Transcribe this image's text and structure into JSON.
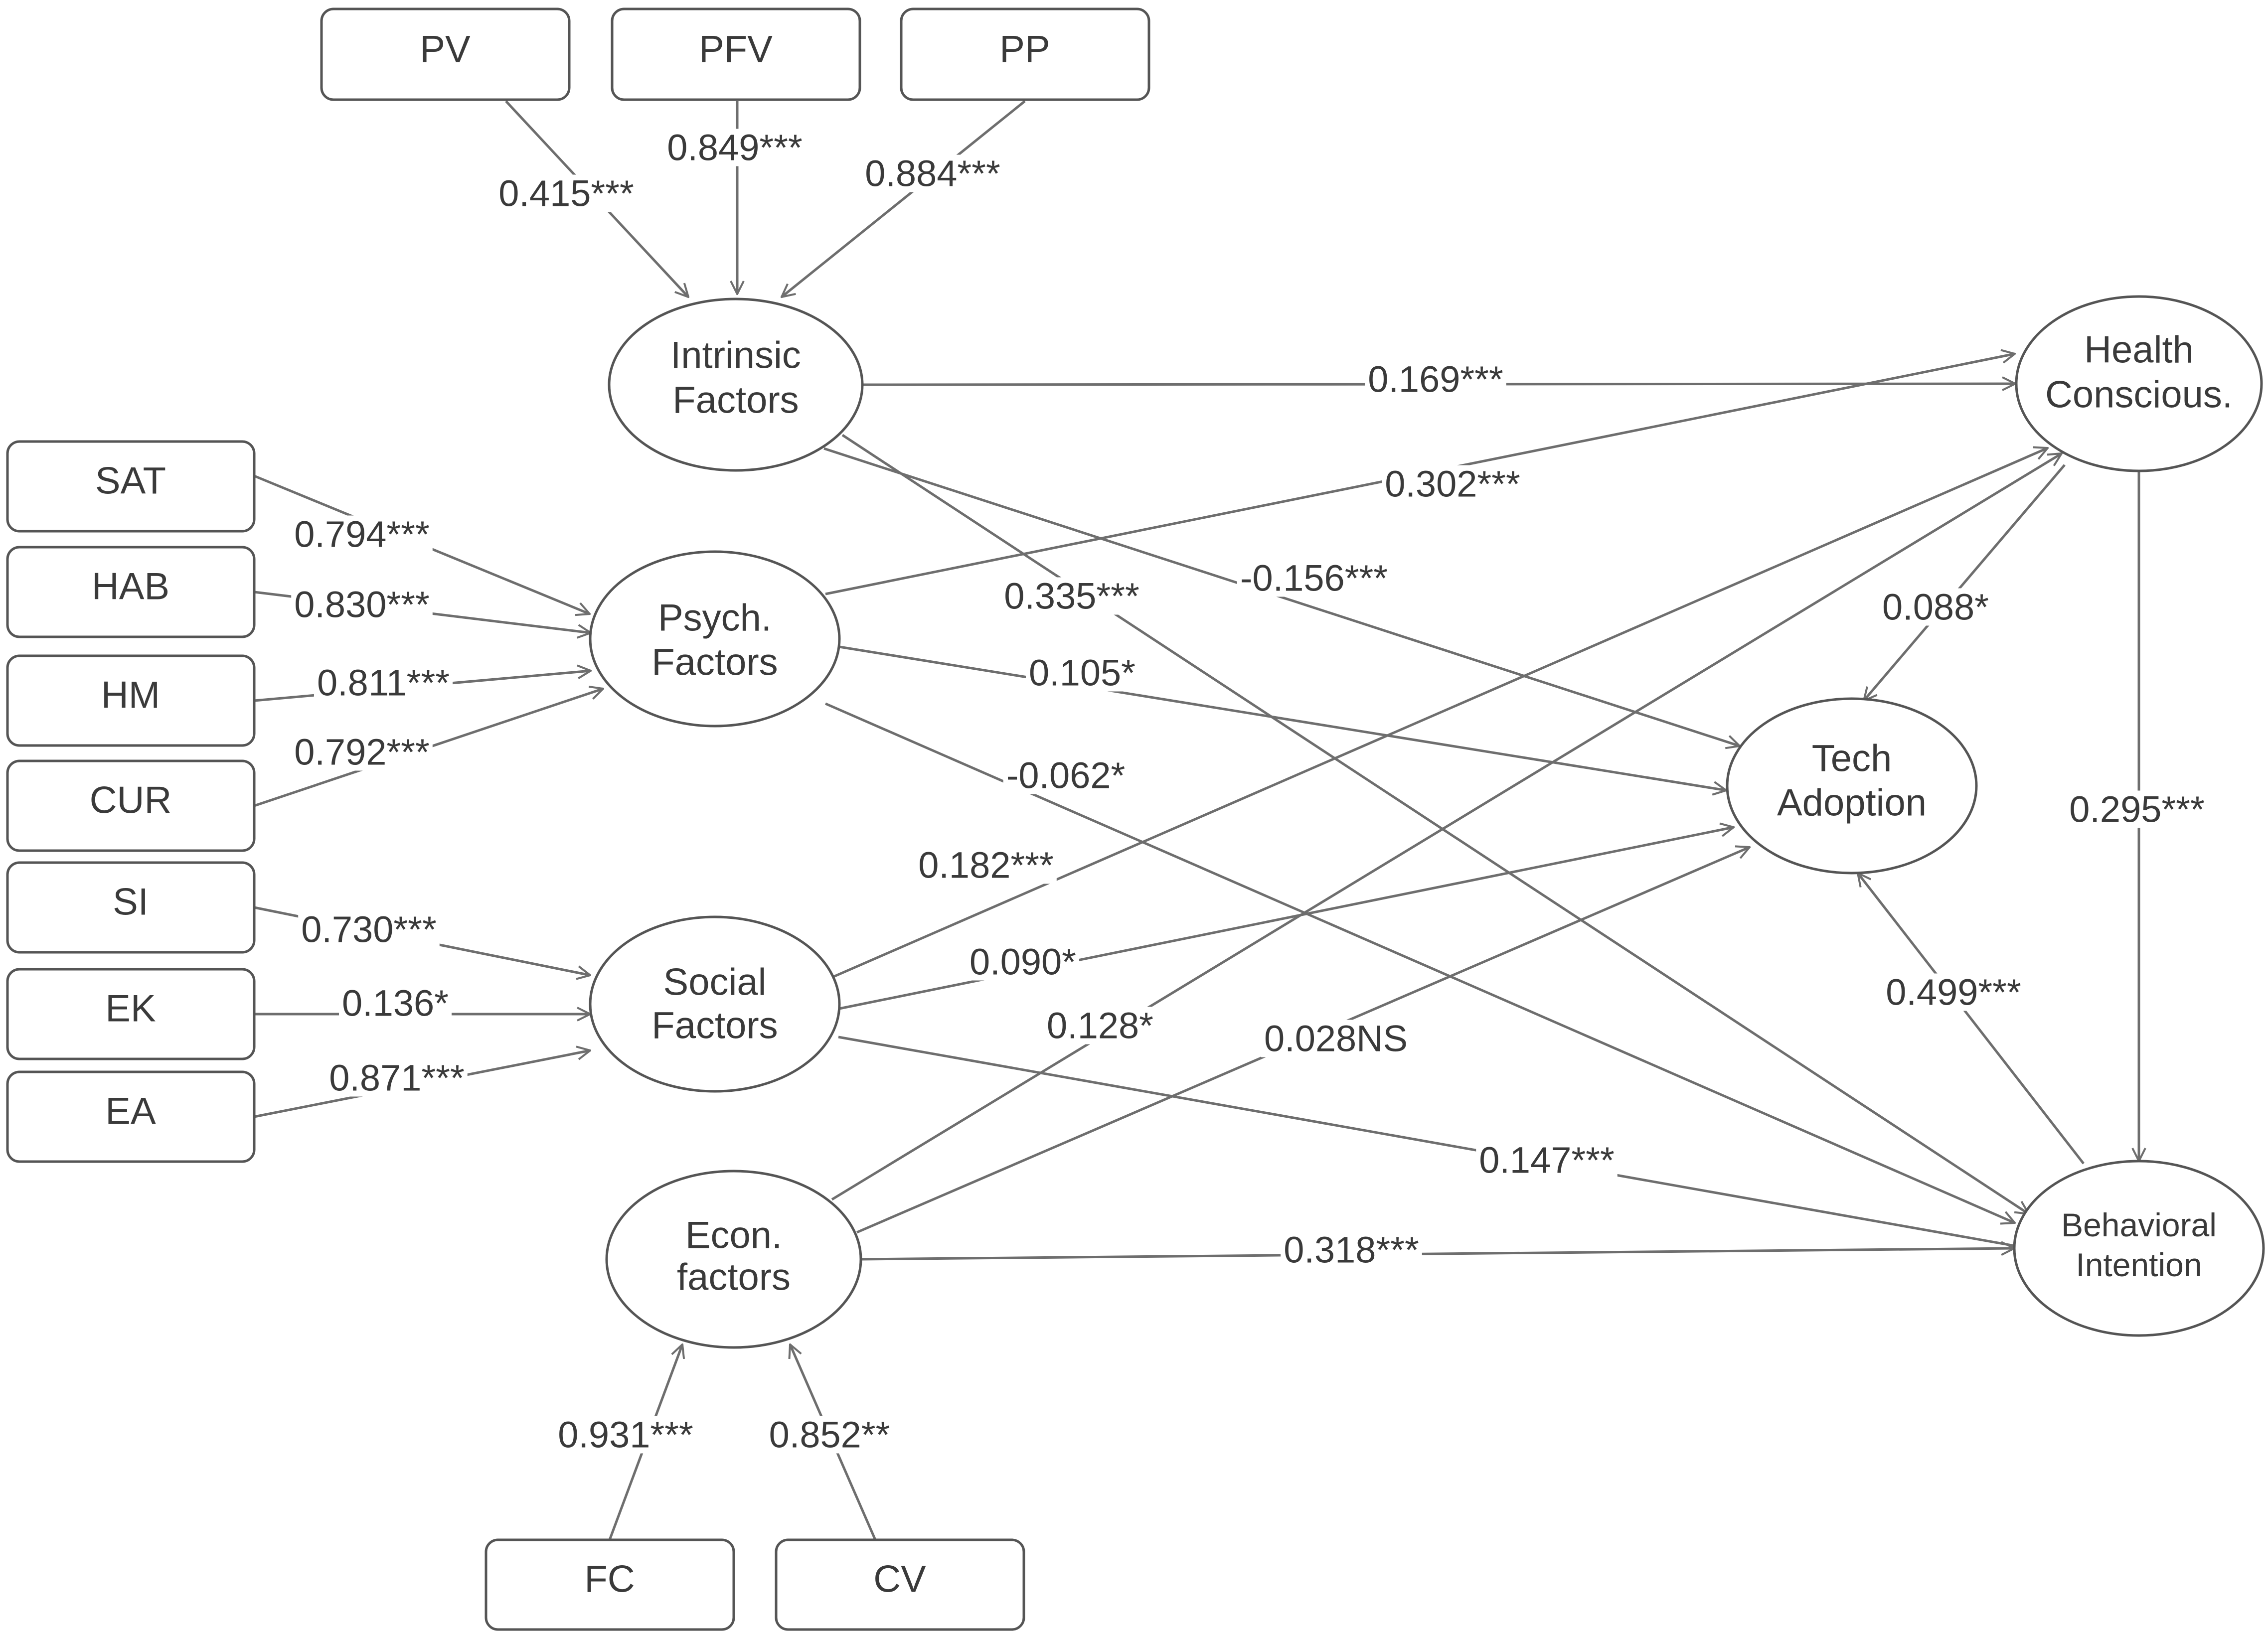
{
  "nodes": {
    "PV": {
      "label": "PV"
    },
    "PFV": {
      "label": "PFV"
    },
    "PP": {
      "label": "PP"
    },
    "SAT": {
      "label": "SAT"
    },
    "HAB": {
      "label": "HAB"
    },
    "HM": {
      "label": "HM"
    },
    "CUR": {
      "label": "CUR"
    },
    "SI": {
      "label": "SI"
    },
    "EK": {
      "label": "EK"
    },
    "EA": {
      "label": "EA"
    },
    "FC": {
      "label": "FC"
    },
    "CV": {
      "label": "CV"
    },
    "intrinsic": {
      "line1": "Intrinsic",
      "line2": "Factors"
    },
    "psych": {
      "line1": "Psych.",
      "line2": "Factors"
    },
    "social": {
      "line1": "Social",
      "line2": "Factors"
    },
    "econ": {
      "line1": "Econ.",
      "line2": "factors"
    },
    "health": {
      "line1": "Health",
      "line2": "Conscious."
    },
    "tech": {
      "line1": "Tech",
      "line2": "Adoption"
    },
    "behavioral": {
      "line1": "Behavioral",
      "line2": "Intention"
    }
  },
  "edges": [
    {
      "from": "PV",
      "to": "intrinsic",
      "label": "0.415***"
    },
    {
      "from": "PFV",
      "to": "intrinsic",
      "label": "0.849***"
    },
    {
      "from": "PP",
      "to": "intrinsic",
      "label": "0.884***"
    },
    {
      "from": "SAT",
      "to": "psych",
      "label": "0.794***"
    },
    {
      "from": "HAB",
      "to": "psych",
      "label": "0.830***"
    },
    {
      "from": "HM",
      "to": "psych",
      "label": "0.811***"
    },
    {
      "from": "CUR",
      "to": "psych",
      "label": "0.792***"
    },
    {
      "from": "SI",
      "to": "social",
      "label": "0.730***"
    },
    {
      "from": "EK",
      "to": "social",
      "label": "0.136*"
    },
    {
      "from": "EA",
      "to": "social",
      "label": "0.871***"
    },
    {
      "from": "FC",
      "to": "econ",
      "label": "0.931***"
    },
    {
      "from": "CV",
      "to": "econ",
      "label": "0.852**"
    },
    {
      "from": "intrinsic",
      "to": "health",
      "label": "0.169***"
    },
    {
      "from": "intrinsic",
      "to": "tech",
      "label": "-0.156***"
    },
    {
      "from": "intrinsic",
      "to": "behavioral",
      "label": "0.335***"
    },
    {
      "from": "psych",
      "to": "health",
      "label": "0.302***"
    },
    {
      "from": "psych",
      "to": "tech",
      "label": "0.105*"
    },
    {
      "from": "psych",
      "to": "behavioral",
      "label": "-0.062*"
    },
    {
      "from": "social",
      "to": "health",
      "label": "0.182***"
    },
    {
      "from": "social",
      "to": "tech",
      "label": "0.090*"
    },
    {
      "from": "social",
      "to": "behavioral",
      "label": "0.147***"
    },
    {
      "from": "econ",
      "to": "health",
      "label": "0.128*"
    },
    {
      "from": "econ",
      "to": "tech",
      "label": "0.028NS"
    },
    {
      "from": "econ",
      "to": "behavioral",
      "label": "0.318***"
    },
    {
      "from": "health",
      "to": "tech",
      "label": "0.088*"
    },
    {
      "from": "health",
      "to": "behavioral",
      "label": "0.295***"
    },
    {
      "from": "behavioral",
      "to": "tech",
      "label": "0.499***"
    }
  ]
}
